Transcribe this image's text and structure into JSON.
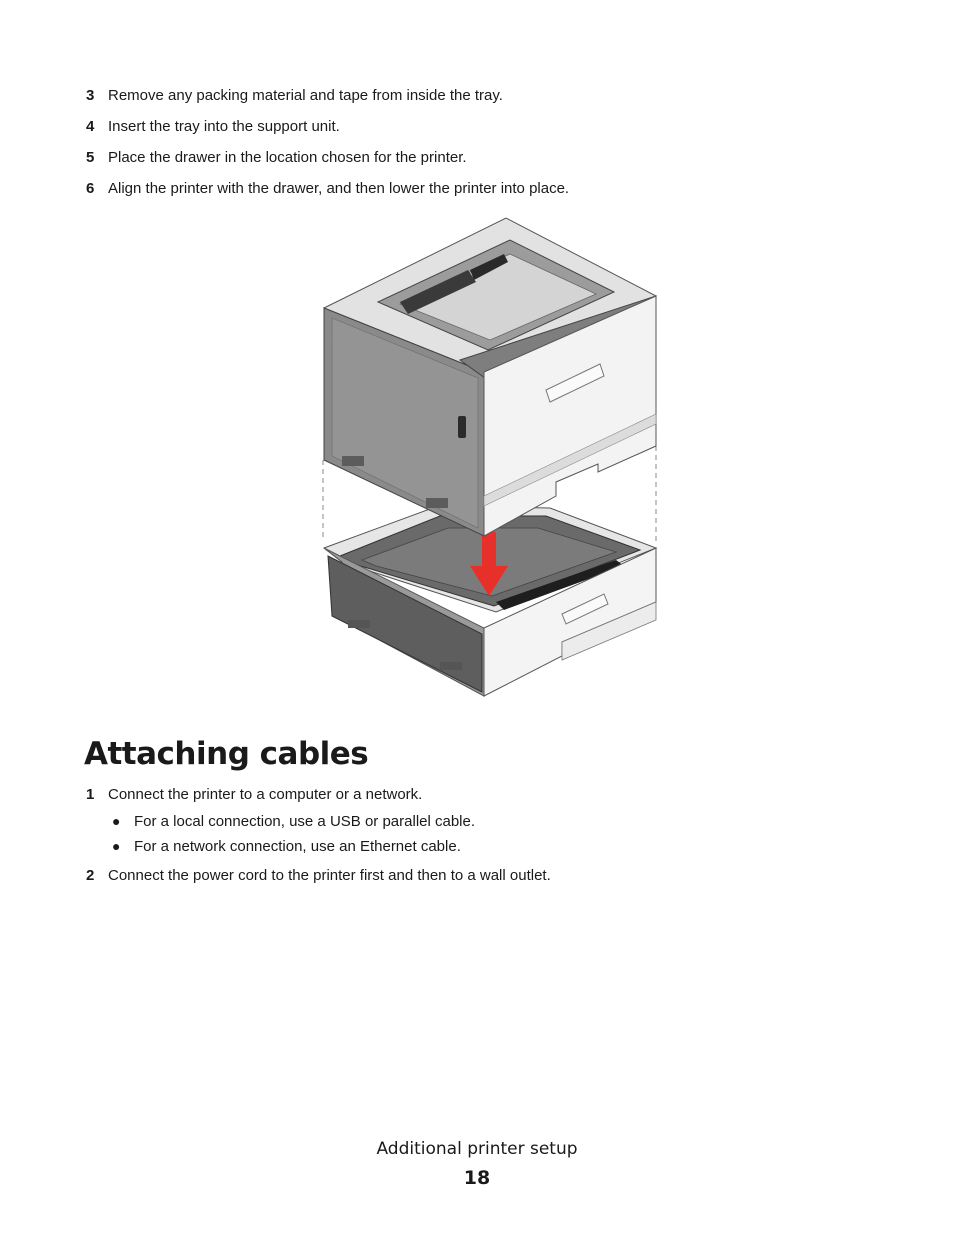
{
  "steps_top": [
    {
      "num": "3",
      "text": "Remove any packing material and tape from inside the tray."
    },
    {
      "num": "4",
      "text": "Insert the tray into the support unit."
    },
    {
      "num": "5",
      "text": "Place the drawer in the location chosen for the printer."
    },
    {
      "num": "6",
      "text": "Align the printer with the drawer, and then lower the printer into place."
    }
  ],
  "illustration": {
    "icon": "printer-on-drawer-illustration",
    "colors": {
      "printer_body": "#8a8a8a",
      "printer_front": "#f2f2f2",
      "arrow": "#e8302a",
      "drawer_dark": "#5a5a5a"
    }
  },
  "section": {
    "heading": "Attaching cables",
    "steps": [
      {
        "num": "1",
        "text": "Connect the printer to a computer or a network."
      },
      {
        "num": "2",
        "text": "Connect the power cord to the printer first and then to a wall outlet."
      }
    ],
    "bullets": [
      "For a local connection, use a USB or parallel cable.",
      "For a network connection, use an Ethernet cable."
    ]
  },
  "footer": {
    "section_title": "Additional printer setup",
    "page_number": "18"
  }
}
